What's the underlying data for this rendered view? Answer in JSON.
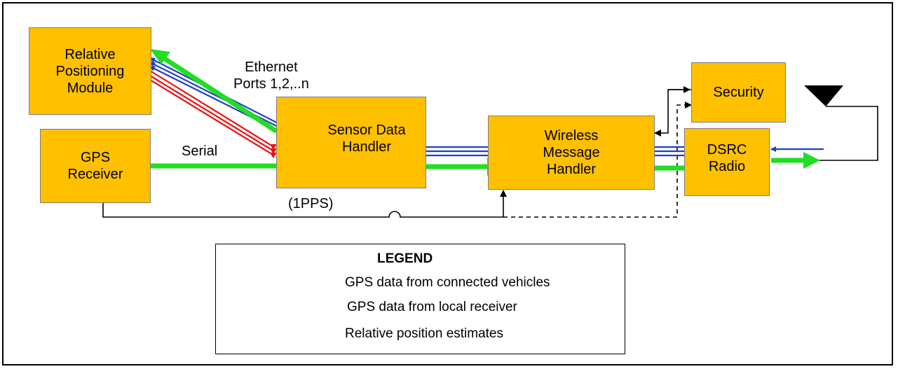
{
  "colors": {
    "box_fill": "#ffc000",
    "gps_connected": "#1f3fd0",
    "gps_local": "#22dd22",
    "relative_position": "#ee1111"
  },
  "boxes": {
    "relative_positioning_module": "Relative\nPositioning\nModule",
    "gps_receiver": "GPS\nReceiver",
    "sensor_data_handler": "Sensor Data\nHandler",
    "wireless_message_handler": "Wireless\nMessage\nHandler",
    "security": "Security",
    "dsrc_radio": "DSRC\nRadio"
  },
  "labels": {
    "ethernet": "Ethernet\nPorts 1,2,..n",
    "serial": "Serial",
    "pps": "(1PPS)"
  },
  "legend": {
    "title": "LEGEND",
    "items": [
      {
        "text": "GPS data from connected vehicles",
        "color": "#1f3fd0"
      },
      {
        "text": "GPS data from local receiver",
        "color": "#22dd22"
      },
      {
        "text": "Relative position estimates",
        "color": "#ee1111"
      }
    ]
  },
  "icons": [
    "antenna-icon"
  ]
}
